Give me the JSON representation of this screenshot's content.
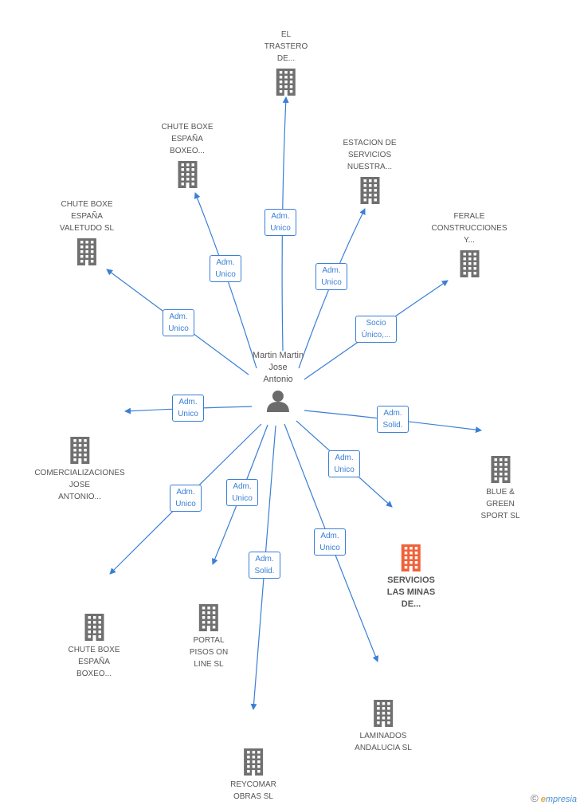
{
  "center": {
    "name_lines": [
      "Martin Martin",
      "Jose",
      "Antonio"
    ],
    "icon": "person-icon"
  },
  "colors": {
    "edge": "#3a7fd5",
    "building": "#707070",
    "highlight": "#f0623a"
  },
  "nodes": [
    {
      "id": "el-trastero",
      "lines": [
        "EL",
        "TRASTERO",
        "DE..."
      ],
      "icon": "building-icon",
      "highlight": false,
      "label_above": true,
      "role": [
        "Adm.",
        "Unico"
      ]
    },
    {
      "id": "chute-boxe-boxeo-top",
      "lines": [
        "CHUTE BOXE",
        "ESPAÑA",
        "BOXEO..."
      ],
      "icon": "building-icon",
      "highlight": false,
      "label_above": true,
      "role": [
        "Adm.",
        "Unico"
      ]
    },
    {
      "id": "estacion-servicios",
      "lines": [
        "ESTACION DE",
        "SERVICIOS",
        "NUESTRA..."
      ],
      "icon": "building-icon",
      "highlight": false,
      "label_above": true,
      "role": [
        "Adm.",
        "Unico"
      ]
    },
    {
      "id": "chute-boxe-valetudo",
      "lines": [
        "CHUTE BOXE",
        "ESPAÑA",
        "VALETUDO SL"
      ],
      "icon": "building-icon",
      "highlight": false,
      "label_above": true,
      "role": [
        "Adm.",
        "Unico"
      ]
    },
    {
      "id": "ferale-construcciones",
      "lines": [
        "FERALE",
        "CONSTRUCCIONES",
        "Y..."
      ],
      "icon": "building-icon",
      "highlight": false,
      "label_above": true,
      "role": [
        "Socio",
        "Único,..."
      ]
    },
    {
      "id": "comercializaciones",
      "lines": [
        "COMERCIALIZACIONES",
        "JOSE",
        "ANTONIO..."
      ],
      "icon": "building-icon",
      "highlight": false,
      "label_above": false,
      "role": [
        "Adm.",
        "Unico"
      ]
    },
    {
      "id": "blue-green",
      "lines": [
        "BLUE &",
        "GREEN",
        "SPORT SL"
      ],
      "icon": "building-icon",
      "highlight": false,
      "label_above": false,
      "role": [
        "Adm.",
        "Solid."
      ]
    },
    {
      "id": "servicios-las-minas",
      "lines": [
        "SERVICIOS",
        "LAS MINAS",
        "DE..."
      ],
      "icon": "building-icon",
      "highlight": true,
      "label_above": false,
      "role": [
        "Adm.",
        "Unico"
      ]
    },
    {
      "id": "chute-boxe-boxeo-bottom",
      "lines": [
        "CHUTE BOXE",
        "ESPAÑA",
        "BOXEO..."
      ],
      "icon": "building-icon",
      "highlight": false,
      "label_above": false,
      "role": [
        "Adm.",
        "Unico"
      ]
    },
    {
      "id": "portal-pisos",
      "lines": [
        "PORTAL",
        "PISOS ON",
        "LINE SL"
      ],
      "icon": "building-icon",
      "highlight": false,
      "label_above": false,
      "role": [
        "Adm.",
        "Unico"
      ]
    },
    {
      "id": "reycomar",
      "lines": [
        "REYCOMAR",
        "OBRAS SL"
      ],
      "icon": "building-icon",
      "highlight": false,
      "label_above": false,
      "role": [
        "Adm.",
        "Solid."
      ]
    },
    {
      "id": "laminados",
      "lines": [
        "LAMINADOS",
        "ANDALUCIA SL"
      ],
      "icon": "building-icon",
      "highlight": false,
      "label_above": false,
      "role": [
        "Adm.",
        "Unico"
      ]
    }
  ],
  "footer": {
    "copyright": "©",
    "brand_first": "e",
    "brand_rest": "mpresia"
  }
}
